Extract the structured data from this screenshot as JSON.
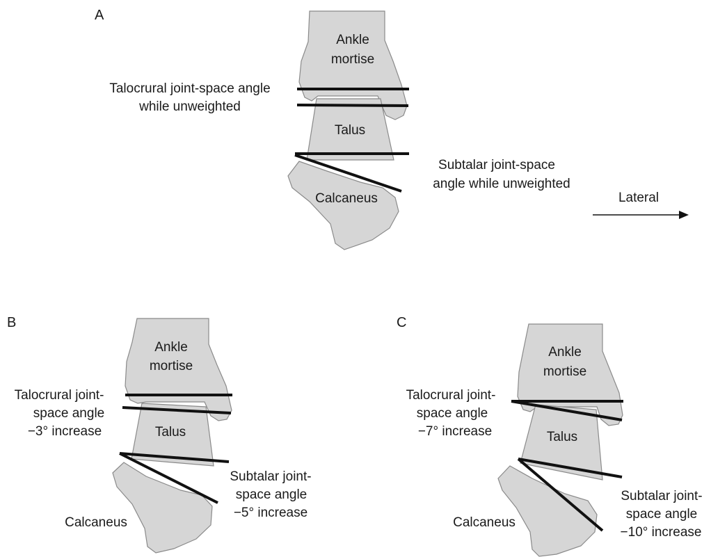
{
  "panel_a": {
    "letter": "A",
    "ankle_mortise": [
      "Ankle",
      "mortise"
    ],
    "talus": "Talus",
    "calcaneus": "Calcaneus",
    "talocrural_label": [
      "Talocrural joint-space angle",
      "while unweighted"
    ],
    "subtalar_label": [
      "Subtalar joint-space",
      "angle while unweighted"
    ],
    "direction_label": "Lateral"
  },
  "panel_b": {
    "letter": "B",
    "ankle_mortise": [
      "Ankle",
      "mortise"
    ],
    "talus": "Talus",
    "calcaneus": "Calcaneus",
    "talocrural_label": [
      "Talocrural joint-",
      "space angle",
      "−3° increase"
    ],
    "subtalar_label": [
      "Subtalar joint-",
      "space angle",
      "−5° increase"
    ]
  },
  "panel_c": {
    "letter": "C",
    "ankle_mortise": [
      "Ankle",
      "mortise"
    ],
    "talus": "Talus",
    "calcaneus": "Calcaneus",
    "talocrural_label": [
      "Talocrural joint-",
      "space angle",
      "−7° increase"
    ],
    "subtalar_label": [
      "Subtalar joint-",
      "space angle",
      "−10° increase"
    ]
  },
  "colors": {
    "bone_fill": "#d6d6d6",
    "bone_stroke": "#8a8a8a",
    "line": "#111111"
  }
}
